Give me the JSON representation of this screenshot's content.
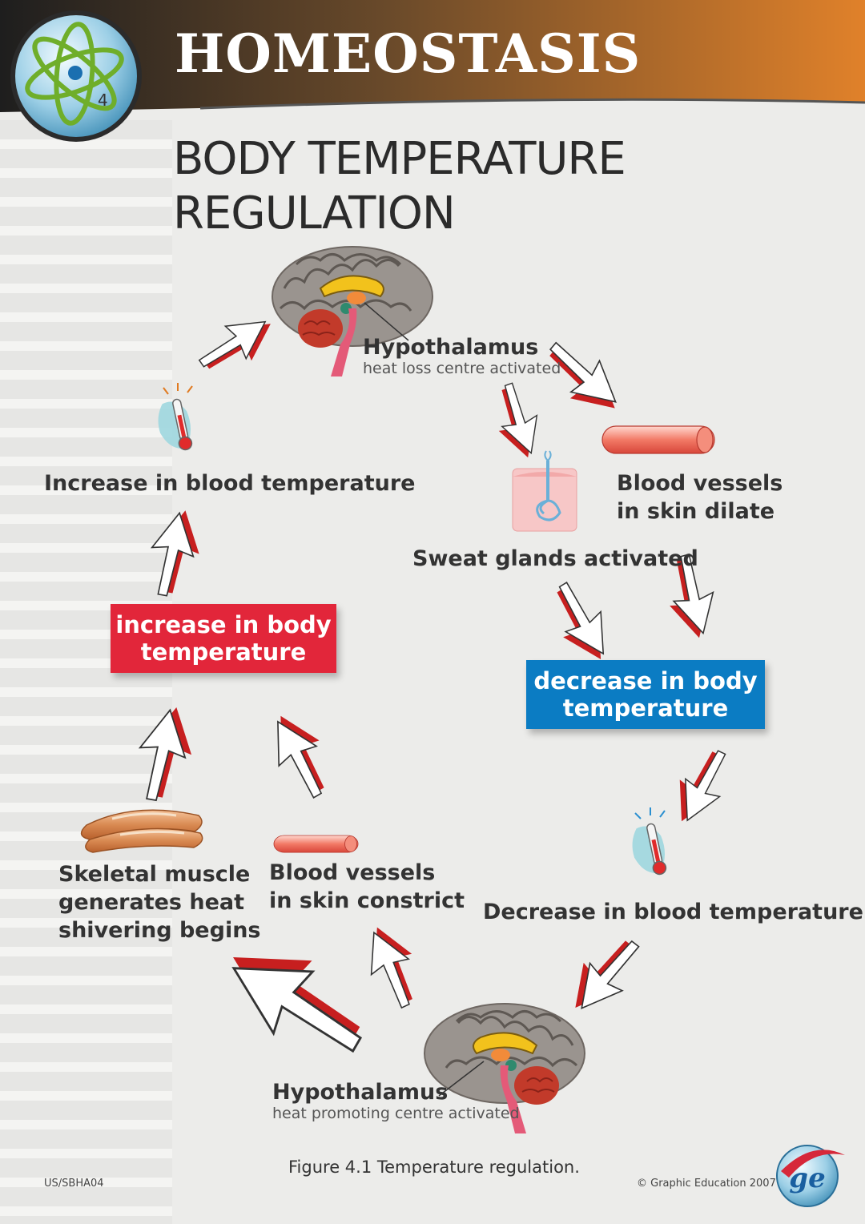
{
  "header": {
    "title": "HOMEOSTASIS",
    "badge_number": "4",
    "gradient_colors": [
      "#1e1e1e",
      "#e0812a"
    ]
  },
  "subtitle_lines": [
    "BODY TEMPERATURE",
    "REGULATION"
  ],
  "diagram": {
    "hypothalamus_top": {
      "label": "Hypothalamus",
      "sub": "heat loss centre activated"
    },
    "blood_vessels_dilate": {
      "line1": "Blood vessels",
      "line2": "in skin dilate"
    },
    "sweat_glands": "Sweat glands activated",
    "decrease_box": {
      "line1": "decrease in  body",
      "line2": "temperature",
      "color": "#0b7cc3"
    },
    "decrease_blood": "Decrease in blood temperature",
    "hypothalamus_bottom": {
      "label": "Hypothalamus",
      "sub": "heat promoting centre activated"
    },
    "blood_vessels_constrict": {
      "line1": "Blood vessels",
      "line2": "in skin constrict"
    },
    "skeletal_muscle": {
      "line1": "Skeletal muscle",
      "line2": "generates heat",
      "line3": "shivering begins"
    },
    "increase_box": {
      "line1": "increase in  body",
      "line2": "temperature",
      "color": "#e2263a"
    },
    "increase_blood": "Increase in blood temperature"
  },
  "footer": {
    "caption": "Figure 4.1 Temperature regulation.",
    "code": "US/SBHA04",
    "copyright": "© Graphic Education 2007",
    "logo_text": "ge"
  },
  "icons": [
    "atom-icon",
    "brain-icon",
    "thermometer-icon",
    "blood-vessel-icon",
    "sweat-gland-icon",
    "muscle-icon",
    "arrow-icon",
    "ge-logo-icon"
  ],
  "accent_colors": {
    "arrow_red": "#e02b2b",
    "vessel": "#f06a5a"
  }
}
